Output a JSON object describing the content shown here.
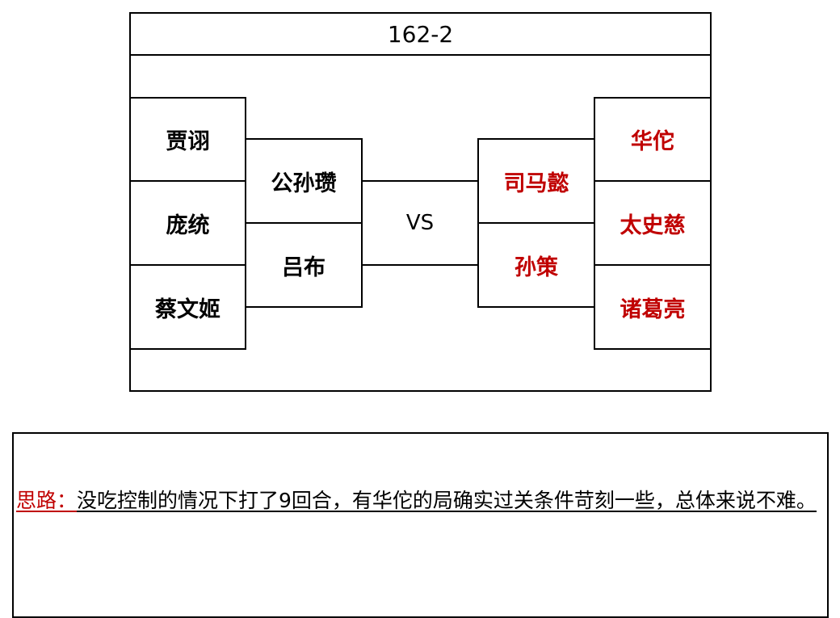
{
  "title": "162-2",
  "vs": "VS",
  "left_team": {
    "outer": [
      "贾诩",
      "庞统",
      "蔡文姬"
    ],
    "inner": [
      "公孙瓒",
      "吕布"
    ]
  },
  "right_team": {
    "inner": [
      "司马懿",
      "孙策"
    ],
    "outer": [
      "华佗",
      "太史慈",
      "诸葛亮"
    ]
  },
  "notes": {
    "label": "思路：",
    "text": "没吃控制的情况下打了9回合，有华佗的局确实过关条件苛刻一些，总体来说不难。"
  },
  "colors": {
    "right_team_text": "#c00000",
    "label": "#c00000"
  }
}
